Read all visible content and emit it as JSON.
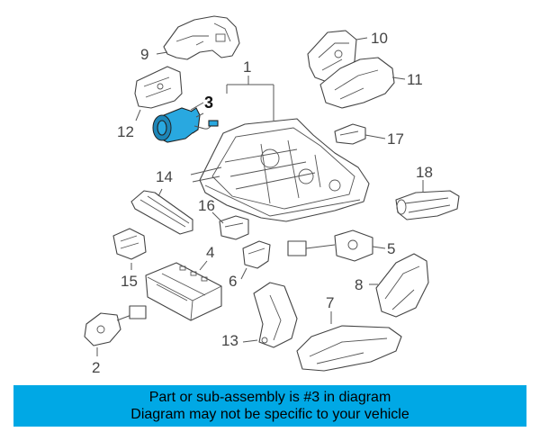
{
  "highlight_color": "#00a8e5",
  "highlight_part_color": "#29a8e0",
  "callouts": {
    "c1": "1",
    "c2": "2",
    "c3": "3",
    "c4": "4",
    "c5": "5",
    "c6": "6",
    "c7": "7",
    "c8": "8",
    "c9": "9",
    "c10": "10",
    "c11": "11",
    "c12": "12",
    "c13": "13",
    "c14": "14",
    "c15": "15",
    "c16": "16",
    "c17": "17",
    "c18": "18"
  },
  "highlighted_part": "3",
  "banner": {
    "line1": "Part or sub-assembly is #3 in diagram",
    "line2": "Diagram may not be specific to your vehicle"
  }
}
